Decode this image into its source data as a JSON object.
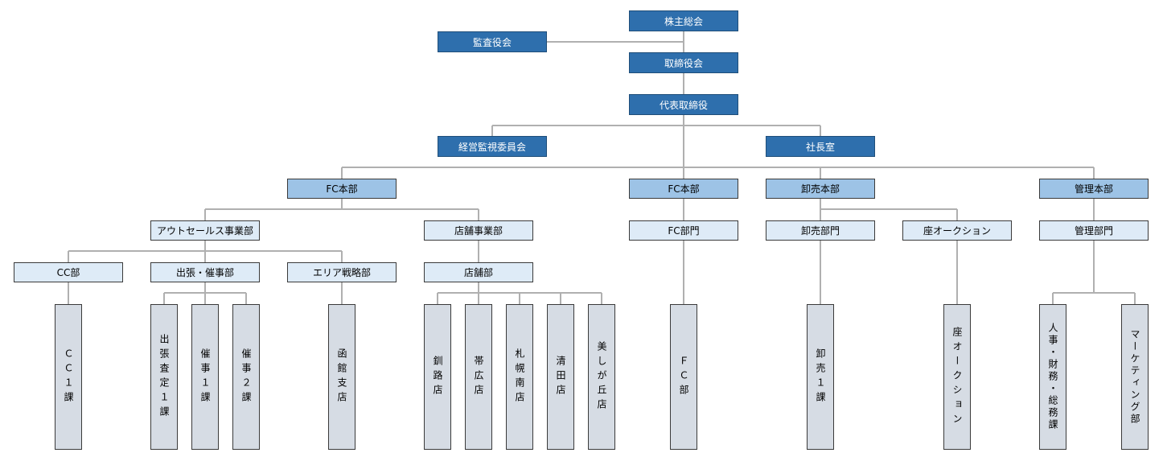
{
  "chart": {
    "row1": {
      "shareholders": "株主総会",
      "auditor": "監査役会"
    },
    "row2": {
      "board": "取締役会"
    },
    "row3": {
      "ceo": "代表取締役"
    },
    "row4": {
      "committee": "経営監視委員会",
      "president_office": "社長室"
    },
    "row5": {
      "fc_hq_1": "FC本部",
      "fc_hq_2": "FC本部",
      "wholesale_hq": "卸売本部",
      "admin_hq": "管理本部"
    },
    "row6": {
      "outsales": "アウトセールス事業部",
      "store_div": "店舗事業部",
      "fc_dept": "FC部門",
      "wholesale_dept": "卸売部門",
      "auction": "座オークション",
      "admin_dept": "管理部門"
    },
    "row7": {
      "cc": "CC部",
      "trip": "出張・催事部",
      "area": "エリア戦略部",
      "store": "店舗部"
    },
    "row8": {
      "cc1": "ＣＣ１課",
      "trip_assess": "出張査定１課",
      "event1": "催事１課",
      "event2": "催事２課",
      "hakodate": "函館支店",
      "kushiro": "釧路店",
      "obihiro": "帯広店",
      "sapporo_minami": "札幌南店",
      "kiyota": "清田店",
      "utsukushigaoka": "美しが丘店",
      "fc_sec": "ＦＣ部",
      "wholesale1": "卸売１課",
      "auction_sec": "座オークション",
      "hr": "人事・財務・総務課",
      "marketing": "マーケティング部"
    }
  }
}
